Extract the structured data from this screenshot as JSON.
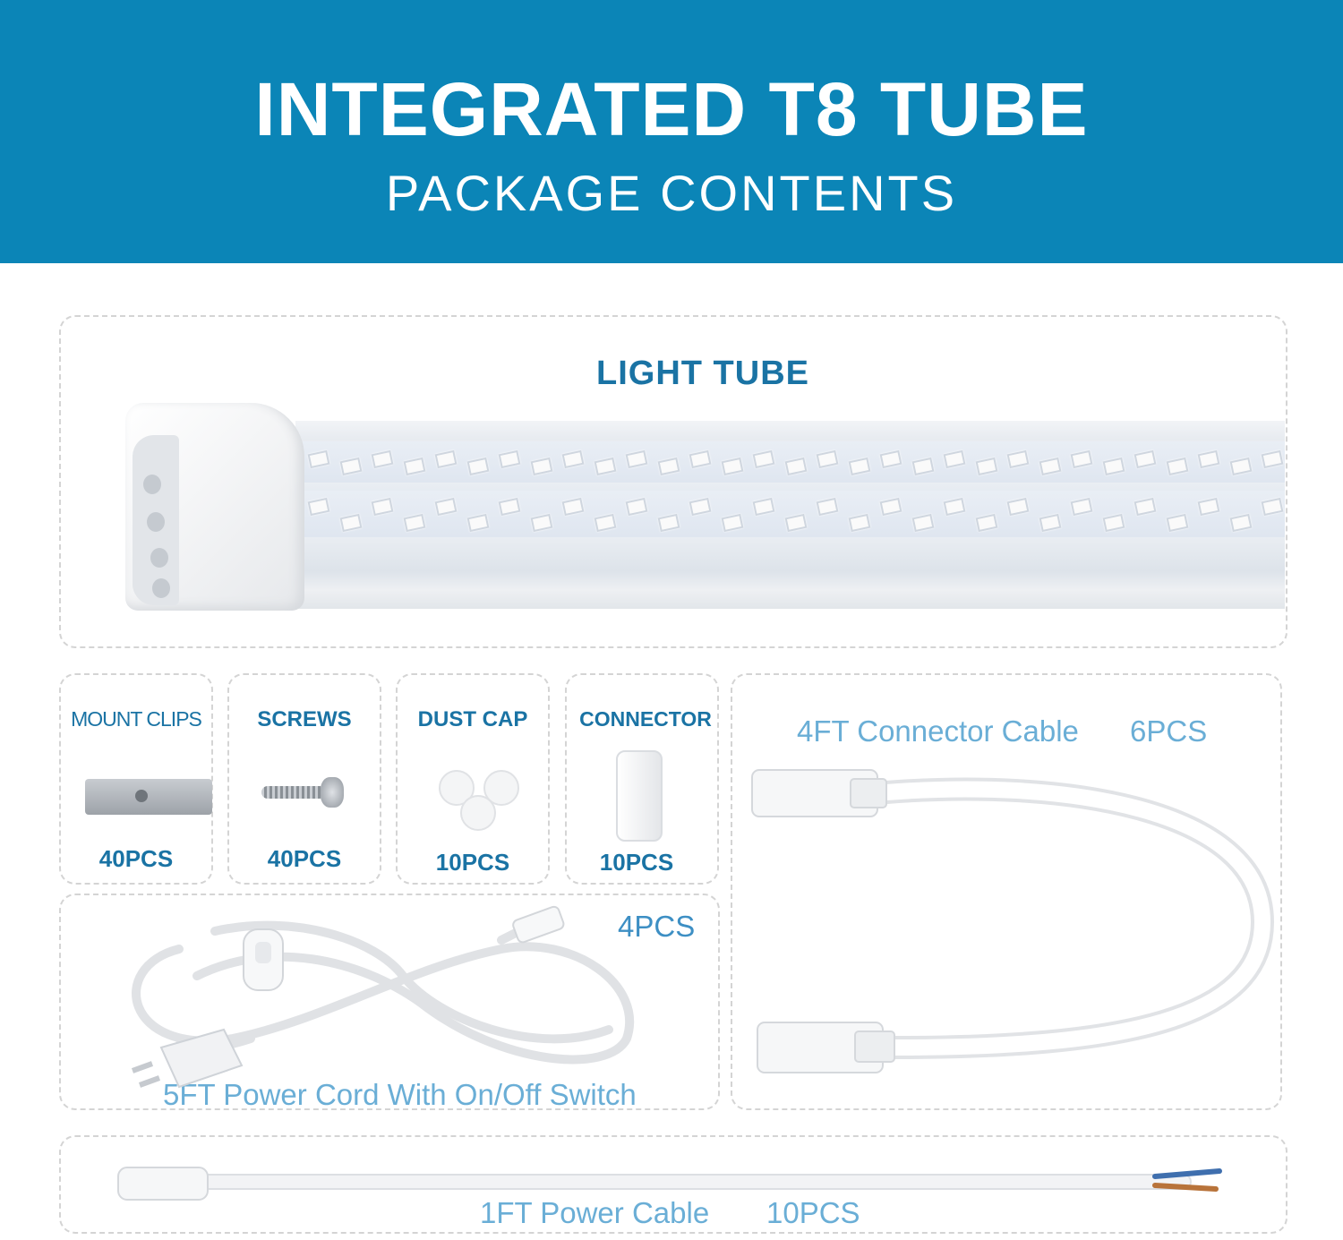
{
  "header": {
    "title": "INTEGRATED T8 TUBE",
    "subtitle": "PACKAGE CONTENTS",
    "background_color": "#0b85b7"
  },
  "light_tube": {
    "label": "LIGHT TUBE"
  },
  "items": {
    "mount_clips": {
      "label": "MOUNT CLIPS",
      "qty": "40PCS"
    },
    "screws": {
      "label": "SCREWS",
      "qty": "40PCS"
    },
    "dust_cap": {
      "label": "DUST CAP",
      "qty": "10PCS"
    },
    "connector": {
      "label": "CONNECTOR",
      "qty": "10PCS"
    }
  },
  "connector_cable": {
    "label": "4FT Connector Cable",
    "qty": "6PCS"
  },
  "power_cord": {
    "label": "5FT Power Cord With On/Off Switch",
    "qty": "4PCS"
  },
  "power_cable": {
    "label": "1FT Power Cable",
    "qty": "10PCS"
  },
  "colors": {
    "label_dark": "#1a73a4",
    "label_light": "#6aaed6"
  }
}
